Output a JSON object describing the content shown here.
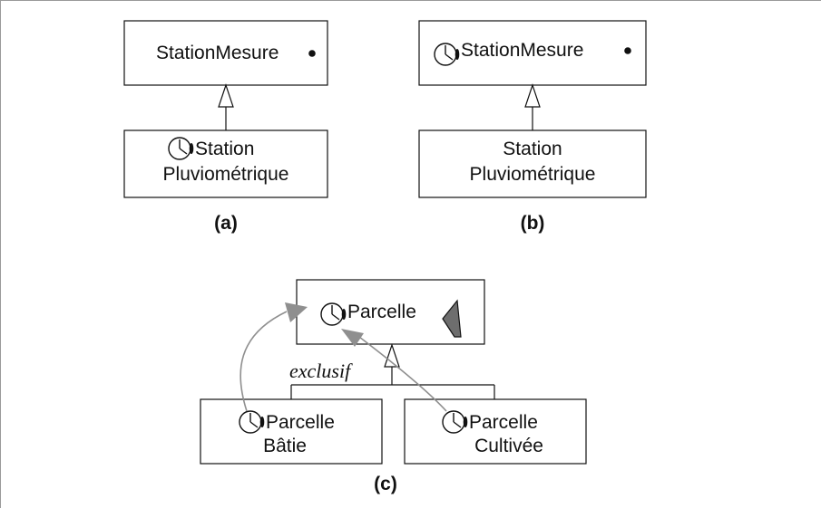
{
  "diagram_a": {
    "parent_class": "StationMesure",
    "child_class_line1": "Station",
    "child_class_line2": "Pluviométrique",
    "caption": "(a)"
  },
  "diagram_b": {
    "parent_class": "StationMesure",
    "child_class_line1": "Station",
    "child_class_line2": "Pluviométrique",
    "caption": "(b)"
  },
  "diagram_c": {
    "parent_class": "Parcelle",
    "constraint": "exclusif",
    "child1_line1": "Parcelle",
    "child1_line2": "Bâtie",
    "child2_line1": "Parcelle",
    "child2_line2": "Cultivée",
    "caption": "(c)"
  },
  "icons": {
    "temporal": "clock-icon",
    "measure": "dot-icon",
    "spatial": "polygon-icon"
  },
  "colors": {
    "arrow": "#8f8f8f",
    "polygon": "#6e6e6e"
  }
}
